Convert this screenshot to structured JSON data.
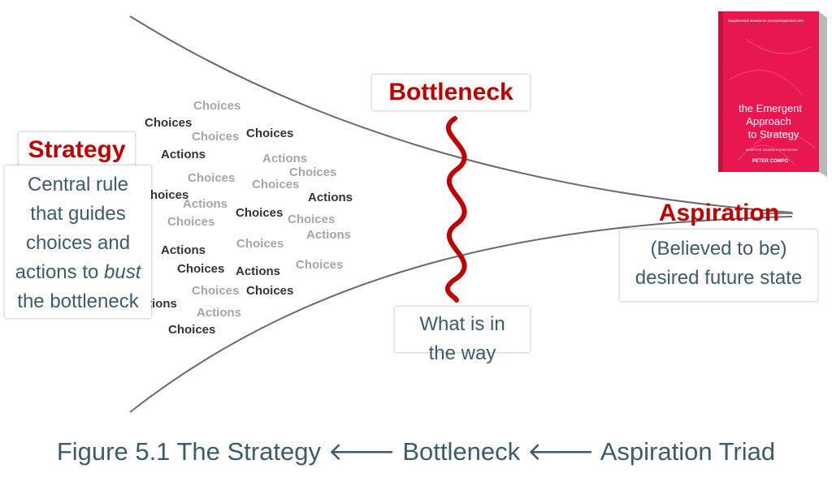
{
  "strategy": {
    "heading": "Strategy",
    "line1": "Central rule",
    "line2": "that guides",
    "line3": "choices and",
    "line4_pre": "actions to ",
    "line4_em": "bust",
    "line5": "the bottleneck"
  },
  "bottleneck": {
    "heading": "Bottleneck",
    "obstacle_line1": "What is in",
    "obstacle_line2": "the way"
  },
  "aspiration": {
    "heading": "Aspiration",
    "line1": "(Believed to be)",
    "line2": "desired future state"
  },
  "cloud_words": [
    {
      "text": "Choices",
      "tone": "light"
    },
    {
      "text": "Choices",
      "tone": "dark"
    },
    {
      "text": "Choices",
      "tone": "light"
    },
    {
      "text": "Choices",
      "tone": "dark"
    },
    {
      "text": "Actions",
      "tone": "dark"
    },
    {
      "text": "Actions",
      "tone": "light"
    },
    {
      "text": "Choices",
      "tone": "light"
    },
    {
      "text": "Choices",
      "tone": "light"
    },
    {
      "text": "Choices",
      "tone": "light"
    },
    {
      "text": "Choices",
      "tone": "dark"
    },
    {
      "text": "Actions",
      "tone": "light"
    },
    {
      "text": "Actions",
      "tone": "dark"
    },
    {
      "text": "Choices",
      "tone": "light"
    },
    {
      "text": "Choices",
      "tone": "dark"
    },
    {
      "text": "Choices",
      "tone": "light"
    },
    {
      "text": "Actions",
      "tone": "light"
    },
    {
      "text": "Actions",
      "tone": "dark"
    },
    {
      "text": "Choices",
      "tone": "light"
    },
    {
      "text": "Choices",
      "tone": "dark"
    },
    {
      "text": "Actions",
      "tone": "dark"
    },
    {
      "text": "Choices",
      "tone": "light"
    },
    {
      "text": "Choices",
      "tone": "light"
    },
    {
      "text": "Choices",
      "tone": "dark"
    },
    {
      "text": "tions",
      "tone": "dark"
    },
    {
      "text": "Actions",
      "tone": "light"
    },
    {
      "text": "Choices",
      "tone": "dark"
    }
  ],
  "caption": {
    "part1": "Figure 5.1 The Strategy ",
    "arrow": "🡐",
    "part2": " Bottleneck ",
    "part3": " Aspiration Triad"
  },
  "book": {
    "supplement": "Supplemental material on emergentapproach.com",
    "title1": "the Emergent",
    "title2": "Approach",
    "title3": "to Strategy",
    "subtitle": "ADAPTIVE DESIGN & EXECUTION",
    "author": "PETER COMPO"
  },
  "colors": {
    "heading_red": "#c00000",
    "body_teal": "#3d5c6b",
    "curve_gray": "#595959",
    "bottleneck_red": "#c00000",
    "book_pink": "#e8174f"
  }
}
